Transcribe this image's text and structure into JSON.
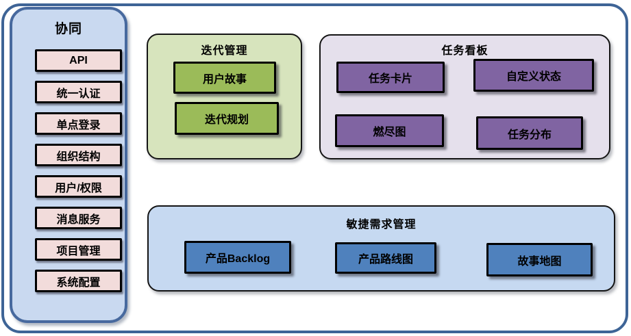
{
  "colors": {
    "outer_border": "#3e6496",
    "sidebar_border": "#47699e",
    "sidebar_fill": "#c9d9f0",
    "pink_fill": "#f2dcdb",
    "green_fill": "#d7e4bd",
    "green_item": "#9bbb59",
    "purple_fill": "#e5e0ec",
    "purple_item": "#8064a2",
    "blue_fill": "#c6d9f1",
    "blue_item": "#4f81bd",
    "node_border": "#000000"
  },
  "sidebar": {
    "title": "协同",
    "items": [
      {
        "label": "API"
      },
      {
        "label": "统一认证"
      },
      {
        "label": "单点登录"
      },
      {
        "label": "组织结构"
      },
      {
        "label": "用户/权限"
      },
      {
        "label": "消息服务"
      },
      {
        "label": "项目管理"
      },
      {
        "label": "系统配置"
      }
    ]
  },
  "groups": {
    "iteration": {
      "title": "迭代管理",
      "items": [
        "用户故事",
        "迭代规划"
      ]
    },
    "kanban": {
      "title": "任务看板",
      "items": [
        "任务卡片",
        "自定义状态",
        "燃尽图",
        "任务分布"
      ]
    },
    "agile": {
      "title": "敏捷需求管理",
      "items": [
        "产品Backlog",
        "产品路线图",
        "故事地图"
      ]
    }
  }
}
